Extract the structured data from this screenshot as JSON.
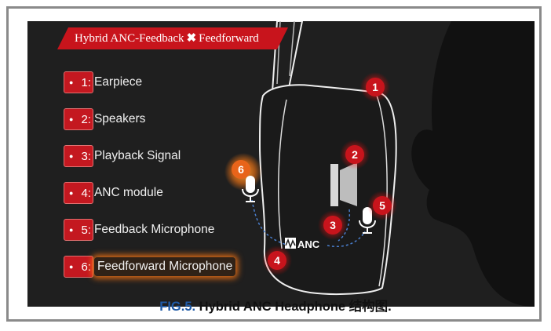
{
  "banner": {
    "left": "Hybrid ANC-Feedback",
    "symbol": "✖",
    "right": "Feedforward"
  },
  "legend": [
    {
      "number": "1:",
      "label": "Earpiece"
    },
    {
      "number": "2:",
      "label": "Speakers"
    },
    {
      "number": "3:",
      "label": "Playback Signal"
    },
    {
      "number": "4:",
      "label": "ANC module"
    },
    {
      "number": "5:",
      "label": "Feedback Microphone"
    },
    {
      "number": "6:",
      "label": "Feedforward Microphone"
    }
  ],
  "markers": [
    "1",
    "2",
    "3",
    "4",
    "5",
    "6"
  ],
  "anc_label": "ANC",
  "caption": {
    "fig": "FIG.5.",
    "title": "Hybrid ANC Headphone",
    "suffix": "结构图."
  },
  "colors": {
    "accent_red": "#c8141c",
    "panel_bg": "#1f1f1f",
    "caption_blue": "#1f5aa6",
    "glow_orange": "#ff7a14"
  }
}
